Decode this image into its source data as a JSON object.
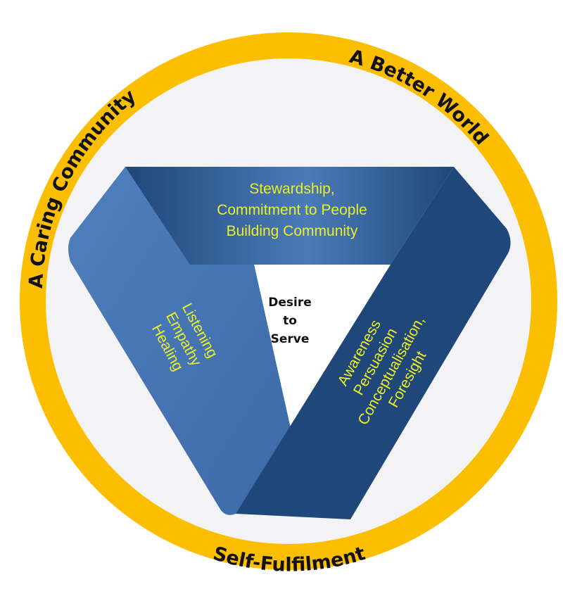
{
  "colors": {
    "background": "#ffffff",
    "ring": "#fcbe00",
    "ring_inner": "#f3f3f5",
    "band_light": "#4f7fbd",
    "band_light_shadow": "#3d6aa8",
    "band_dark": "#1f4779",
    "band_top_left": "#1f4779",
    "band_top_mid": "#4a7bb8",
    "band_top_right": "#1f4779",
    "band_text": "#ebef2a",
    "center_fill": "#ffffff",
    "center_text": "#111111",
    "ring_text": "#111111"
  },
  "ring_labels": {
    "left": "A Caring Community",
    "right": "A Better World",
    "bottom": "Self-Fulfilment"
  },
  "center": {
    "lines": [
      "Desire",
      "to",
      "Serve"
    ]
  },
  "bands": {
    "top": {
      "lines": [
        "Stewardship,",
        "Commitment to People",
        "Building Community"
      ]
    },
    "left": {
      "lines": [
        "Listening",
        "Empathy",
        "Healing"
      ]
    },
    "right": {
      "lines": [
        "Awareness",
        "Persuasion",
        "Conceptualisation,",
        "Foresight"
      ]
    }
  }
}
